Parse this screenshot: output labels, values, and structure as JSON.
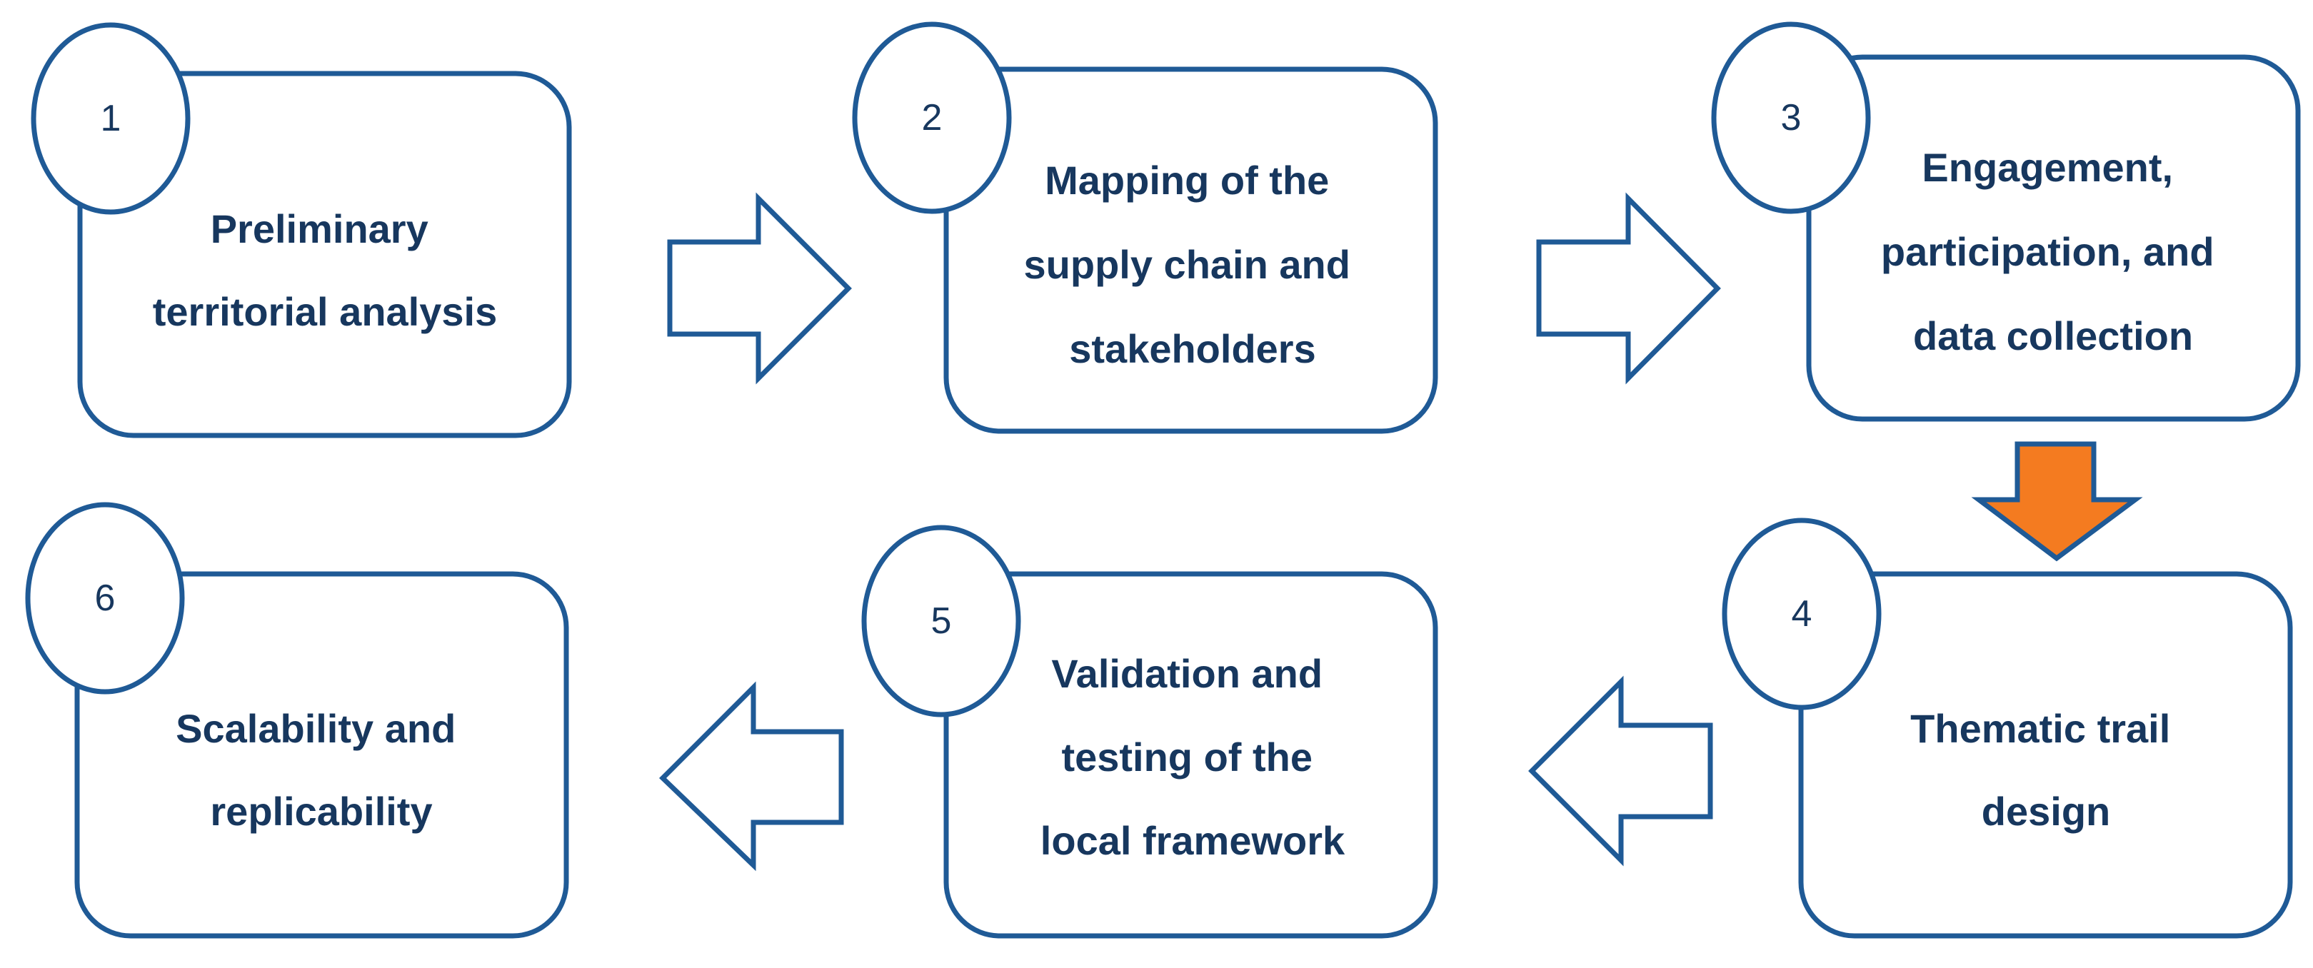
{
  "diagram": {
    "steps": [
      {
        "number": "1",
        "lines": [
          "Preliminary",
          "territorial analysis"
        ]
      },
      {
        "number": "2",
        "lines": [
          "Mapping of the",
          "supply chain and",
          "stakeholders"
        ]
      },
      {
        "number": "3",
        "lines": [
          "Engagement,",
          "participation, and",
          "data collection"
        ]
      },
      {
        "number": "4",
        "lines": [
          "Thematic trail",
          "design"
        ]
      },
      {
        "number": "5",
        "lines": [
          "Validation and",
          "testing of the",
          "local framework"
        ]
      },
      {
        "number": "6",
        "lines": [
          "Scalability and",
          "replicability"
        ]
      }
    ],
    "arrows": [
      {
        "from": "1",
        "to": "2",
        "direction": "right",
        "style": "outline"
      },
      {
        "from": "2",
        "to": "3",
        "direction": "right",
        "style": "outline"
      },
      {
        "from": "3",
        "to": "4",
        "direction": "down",
        "style": "filled"
      },
      {
        "from": "4",
        "to": "5",
        "direction": "left",
        "style": "outline"
      },
      {
        "from": "5",
        "to": "6",
        "direction": "left",
        "style": "outline"
      }
    ],
    "colors": {
      "outline": "#1f5a96",
      "text": "#17375e",
      "accent_arrow": "#f47b20",
      "background": "#ffffff"
    }
  }
}
